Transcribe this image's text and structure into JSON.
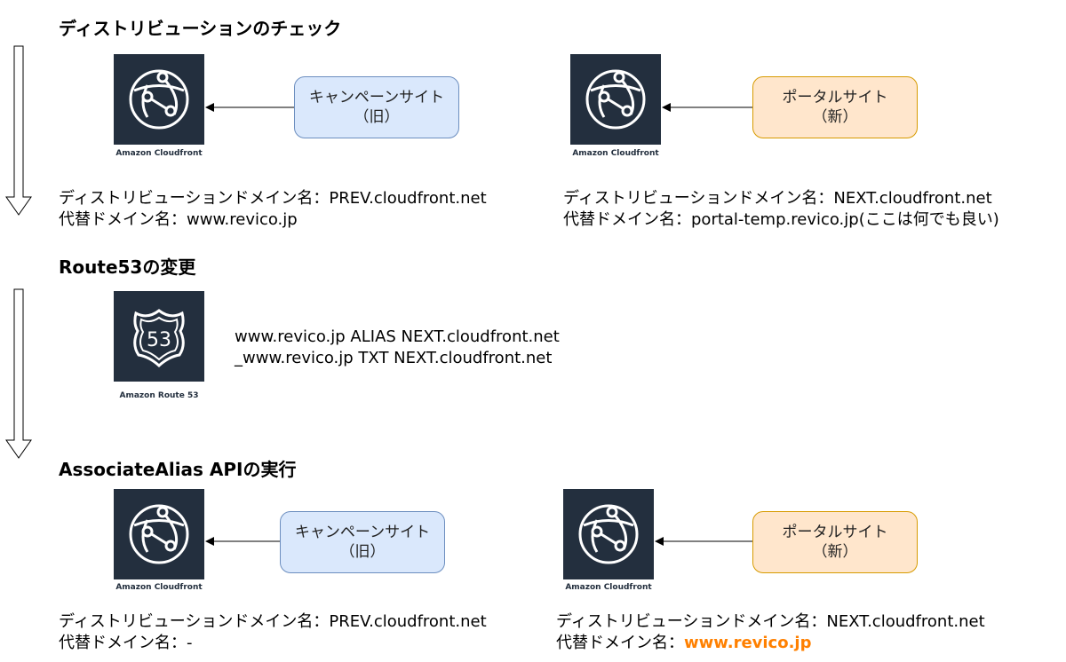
{
  "sections": {
    "check": {
      "title": "ディストリビューションのチェック"
    },
    "route53": {
      "title": "Route53の変更"
    },
    "associate": {
      "title": "AssociateAlias APIの実行"
    }
  },
  "services": {
    "cloudfront_caption": "Amazon Cloudfront",
    "route53_caption": "Amazon Route 53",
    "route53_badge": "53"
  },
  "sites": {
    "campaign": {
      "line1": "キャンペーンサイト",
      "line2": "（旧）"
    },
    "portal": {
      "line1": "ポータルサイト",
      "line2": "（新）"
    }
  },
  "check": {
    "prev": {
      "line1": "ディストリビューションドメイン名：PREV.cloudfront.net",
      "line2": "代替ドメイン名：www.revico.jp"
    },
    "next": {
      "line1": "ディストリビューションドメイン名：NEXT.cloudfront.net",
      "line2": "代替ドメイン名：portal-temp.revico.jp(ここは何でも良い)"
    }
  },
  "route53": {
    "record1": "www.revico.jp ALIAS NEXT.cloudfront.net",
    "record2": "_www.revico.jp TXT NEXT.cloudfront.net"
  },
  "associate": {
    "prev": {
      "line1": "ディストリビューションドメイン名：PREV.cloudfront.net",
      "line2": "代替ドメイン名：-"
    },
    "next": {
      "line1": "ディストリビューションドメイン名：NEXT.cloudfront.net",
      "line2_prefix": "代替ドメイン名：",
      "line2_value": "www.revico.jp"
    }
  },
  "colors": {
    "aws_dark": "#232f3e",
    "blue_fill": "#dae8fc",
    "blue_stroke": "#6c8ebf",
    "orange_fill": "#ffe6cc",
    "orange_stroke": "#d79b00",
    "highlight": "#ff8000"
  }
}
